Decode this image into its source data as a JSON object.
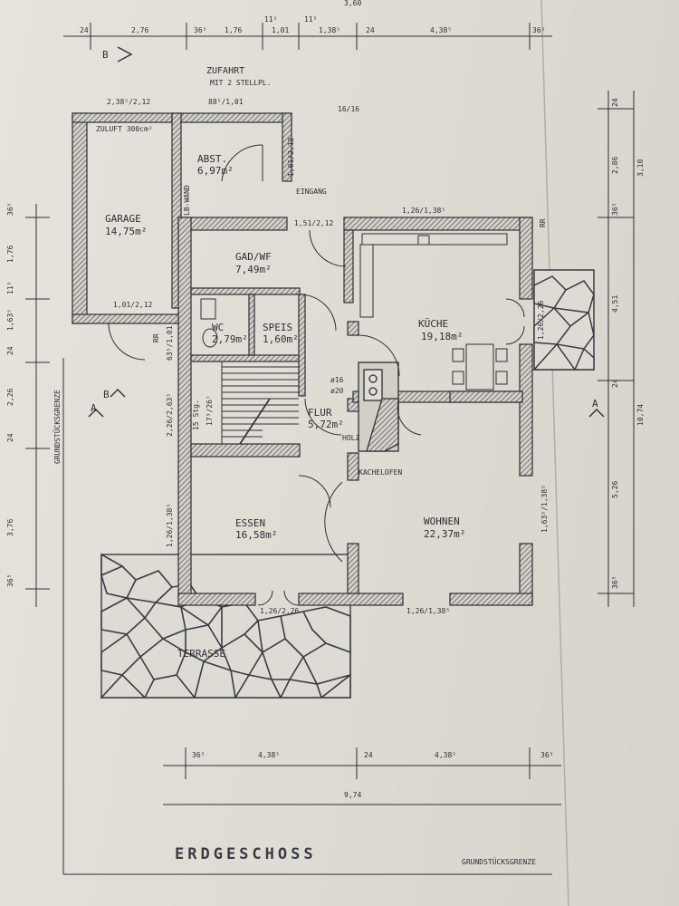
{
  "title": "ERDGESCHOSS",
  "rooms": {
    "garage": {
      "name": "GARAGE",
      "area": "14,75m²"
    },
    "abst": {
      "name": "ABST.",
      "area": "6,97m²"
    },
    "gad": {
      "name": "GAD/WF",
      "area": "7,49m²"
    },
    "wc": {
      "name": "WC",
      "area": "2,79m²"
    },
    "speis": {
      "name": "SPEIS",
      "area": "1,60m²"
    },
    "kueche": {
      "name": "KÜCHE",
      "area": "19,18m²"
    },
    "flur": {
      "name": "FLUR",
      "area": "5,72m²"
    },
    "essen": {
      "name": "ESSEN",
      "area": "16,58m²"
    },
    "wohnen": {
      "name": "WOHNEN",
      "area": "22,37m²"
    }
  },
  "labels": {
    "zufahrt": "ZUFAHRT",
    "stellpl": "MIT 2 STELLPL.",
    "zuluft": "ZULUFT 300cm²",
    "eingang": "EINGANG",
    "lb_wand": "LB-WAND",
    "kachelofen": "KACHELOFEN",
    "holz": "HOLZ",
    "terrasse": "TERRASSE",
    "stairs": "15 Stg.",
    "stairs_ratio": "17³/26⁷",
    "grenze_left": "GRUNDSTÜCKSGRENZE",
    "grenze_bottom": "GRUNDSTÜCKSGRENZE",
    "rr_1": "RR",
    "rr_2": "RR",
    "chimney_1": "ø16",
    "chimney_2": "ø20",
    "vent": "16/16"
  },
  "section_marks": {
    "b": "B",
    "a": "A"
  },
  "openings": {
    "garage_window": "2,38⁵/2,12",
    "abst_window": "88⁵/1,01",
    "abst_door": "1,01/2,12",
    "entry_door": "1,51/2,12",
    "kueche_window": "1,26/1,38⁵",
    "kueche_door": "1,26/2,26",
    "garage_door": "1,01/2,12",
    "wc_window": "63⁵/1,01",
    "stair_window": "2,26/2,63⁵",
    "essen_window": "1,26/1,38⁵",
    "terrace_door": "1,26/2,26",
    "wohnen_window_bottom": "1,26/1,38⁵",
    "wohnen_window_right": "1,63⁵/1,38⁵"
  },
  "dimensions": {
    "top": [
      "24",
      "2,76",
      "36⁵",
      "1,76",
      "11⁵",
      "1,01",
      "11⁵",
      "1,38⁵",
      "24",
      "4,38⁵",
      "36⁵"
    ],
    "top_partial": "3,60",
    "left": [
      "36⁵",
      "1,76",
      "11⁵",
      "1,63⁵",
      "24",
      "2,26",
      "24",
      "3,76",
      "36⁵"
    ],
    "right_inner": [
      "24",
      "2,86",
      "36⁵",
      "4,51",
      "24",
      "5,26",
      "36⁵"
    ],
    "right_outer": [
      "3,10",
      "10,74"
    ],
    "bottom": [
      "36⁵",
      "4,38⁵",
      "24",
      "4,38⁵",
      "36⁵"
    ],
    "bottom_total": "9,74"
  }
}
